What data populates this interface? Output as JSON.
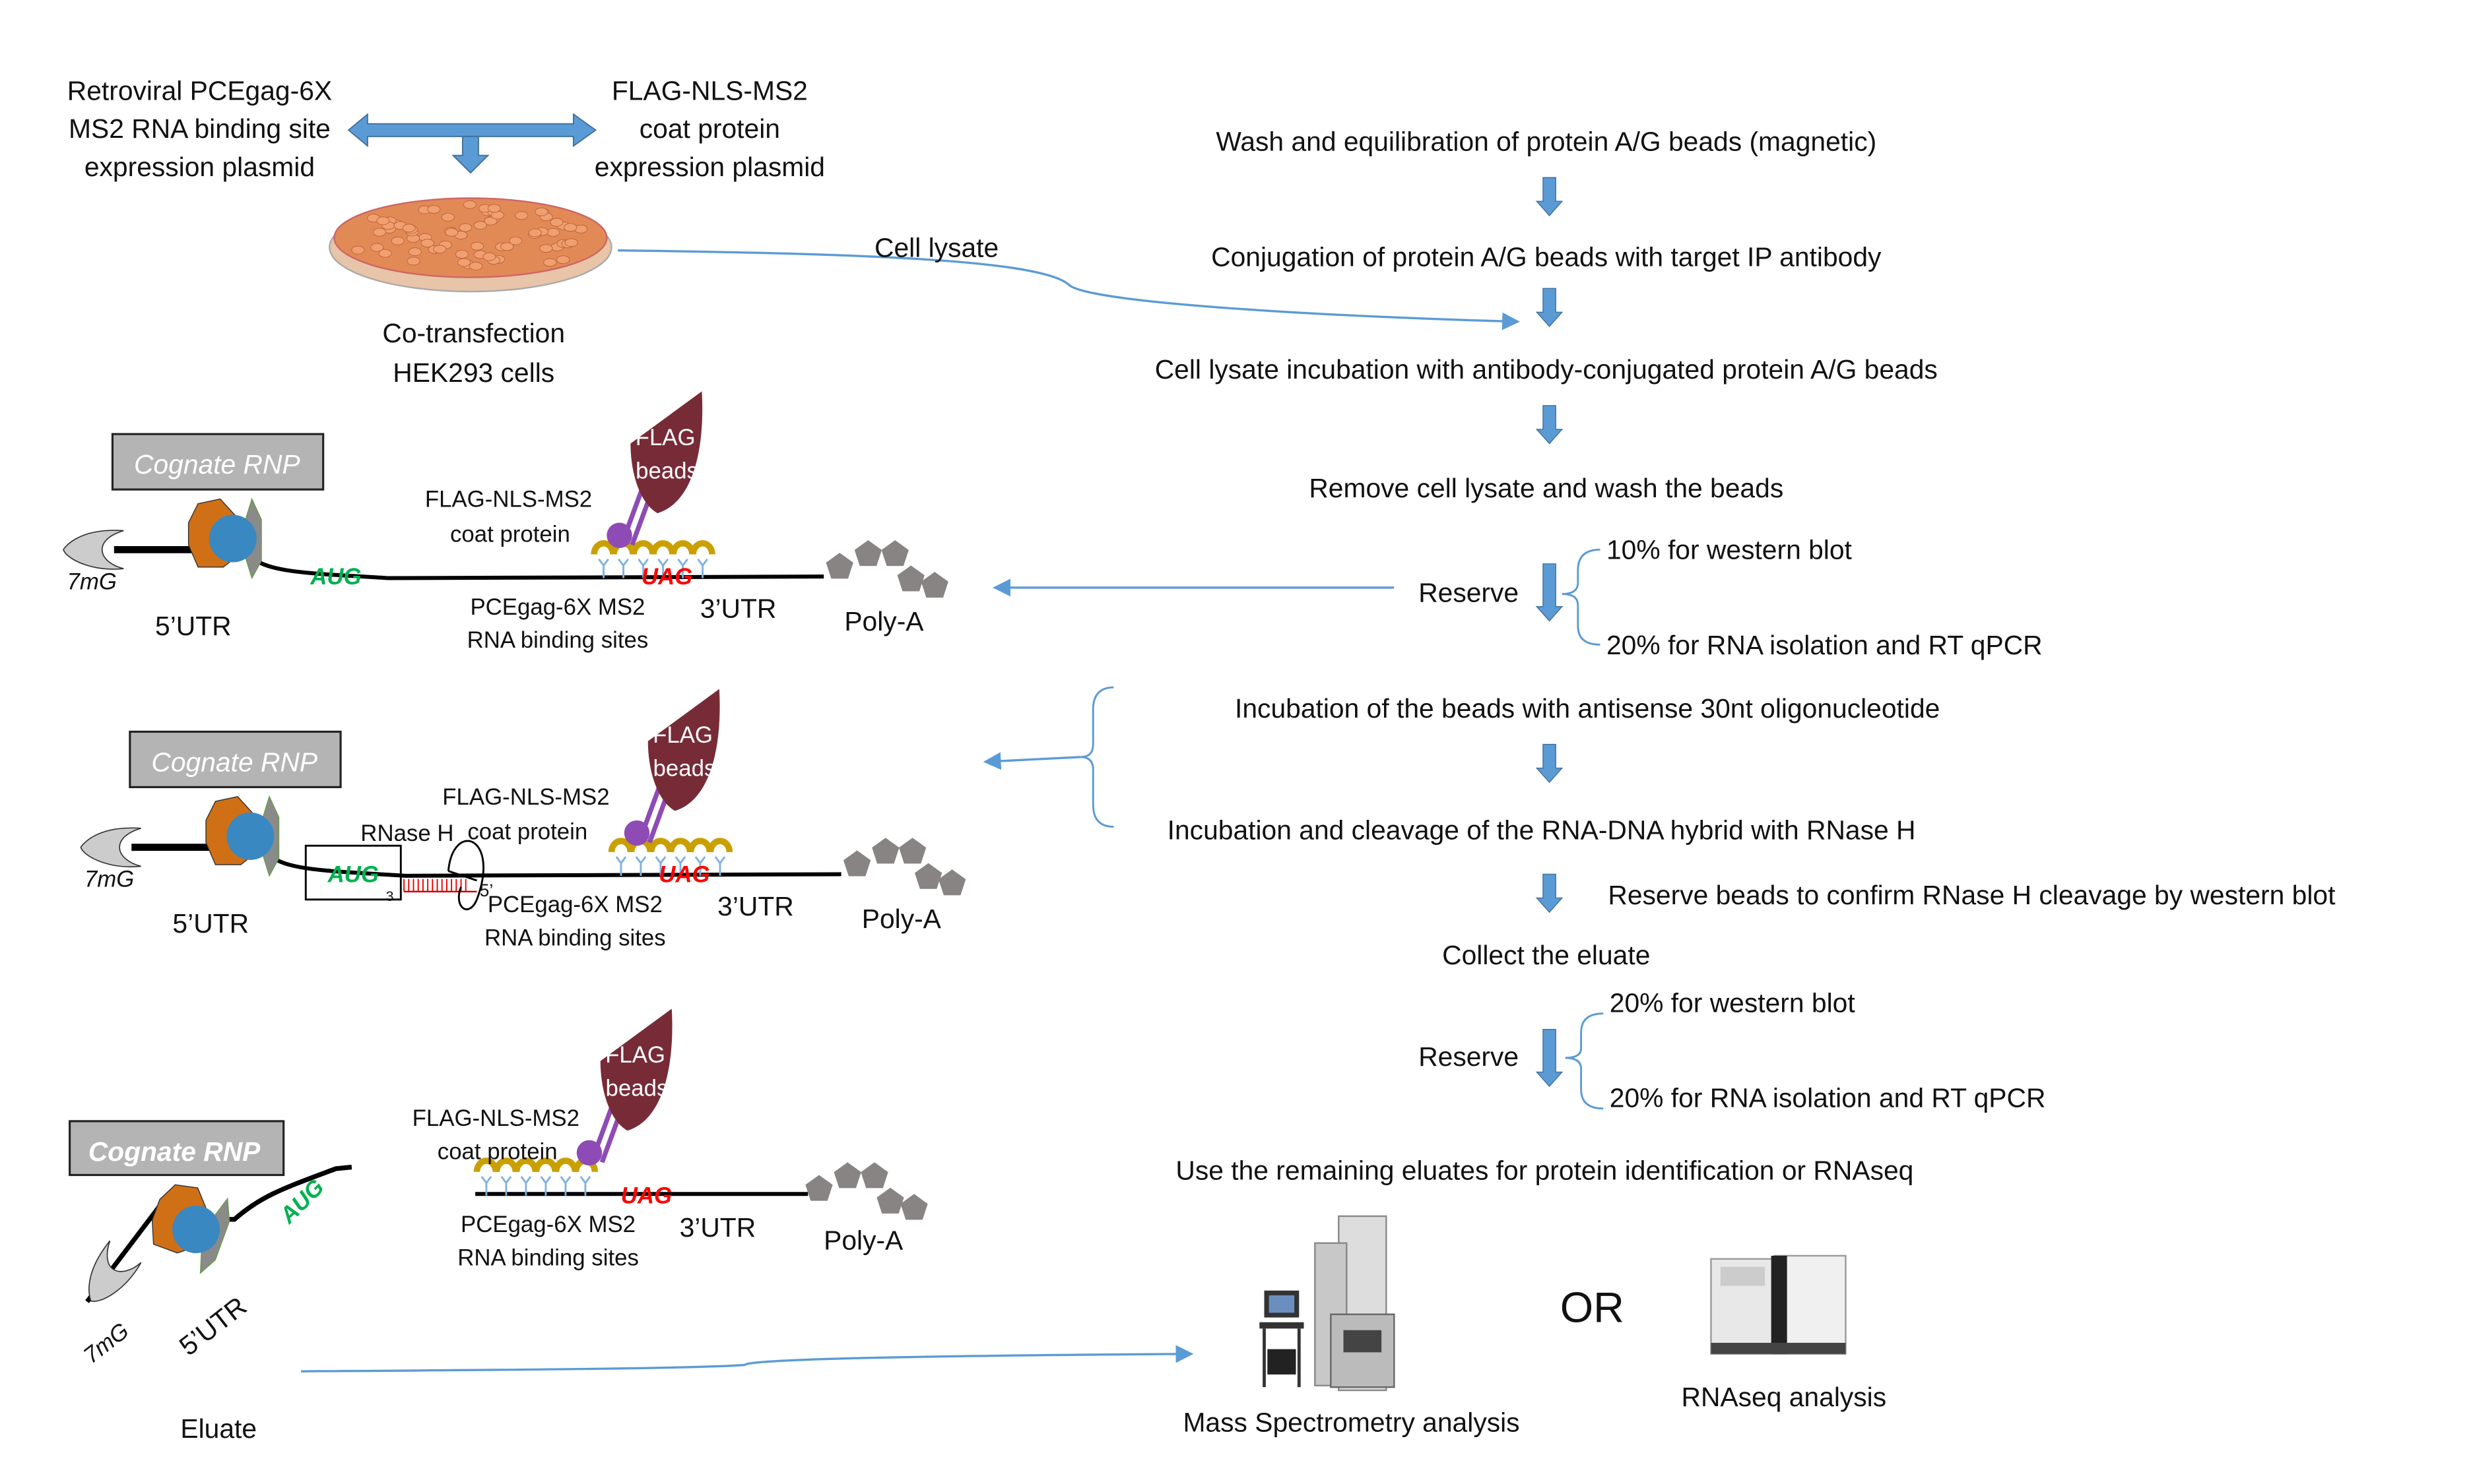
{
  "top": {
    "plasmid_left": [
      "Retroviral PCEgag-6X",
      "MS2 RNA binding site",
      "expression plasmid"
    ],
    "plasmid_right": [
      "FLAG-NLS-MS2",
      "coat protein",
      "expression  plasmid"
    ],
    "cells": [
      "Co-transfection",
      "HEK293 cells"
    ],
    "cell_lysate": "Cell lysate"
  },
  "rnp": {
    "cognate": "Cognate RNP",
    "cap": "7mG",
    "utr5": "5’UTR",
    "aug": "AUG",
    "uag": "UAG",
    "coat": [
      "FLAG-NLS-MS2",
      "coat protein"
    ],
    "sites": [
      "PCEgag-6X MS2",
      "RNA binding sites"
    ],
    "utr3": "3’UTR",
    "polya": "Poly-A",
    "flag": [
      "FLAG",
      "beads"
    ],
    "rnaseh": "RNase H",
    "three": "3",
    "five": "5’",
    "eluate": "Eluate"
  },
  "steps": {
    "s1": "Wash and equilibration of protein A/G beads (magnetic)",
    "s2": "Conjugation of protein A/G beads with target IP antibody",
    "s3": "Cell lysate incubation with antibody-conjugated protein A/G beads",
    "s4": "Remove cell lysate and wash the beads",
    "reserve1": "Reserve",
    "r1a": "10% for western blot",
    "r1b": "20% for RNA isolation and RT qPCR",
    "s5": "Incubation of the beads with antisense 30nt oligonucleotide",
    "s6": "Incubation and cleavage of the RNA-DNA hybrid with RNase H",
    "s7": "Reserve beads to confirm RNase H cleavage by western blot",
    "s8": "Collect the eluate",
    "reserve2": "Reserve",
    "r2a": "20% for western blot",
    "r2b": "20% for RNA isolation and RT qPCR",
    "s9": "Use the remaining eluates for protein identification or RNAseq",
    "or": "OR",
    "ms": "Mass Spectrometry analysis",
    "rnaseq": "RNAseq analysis"
  },
  "colors": {
    "arrow": "#5b9bd5",
    "flag": "#772b37",
    "ribosome_orange": "#d07016",
    "ribosome_blue": "#3a88c2",
    "ms2": "#c9a000",
    "aug": "#00b050",
    "uag": "#ff0000",
    "polya": "#888483"
  }
}
